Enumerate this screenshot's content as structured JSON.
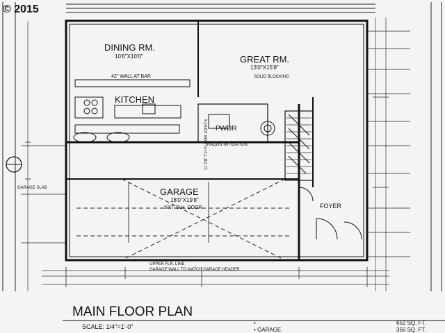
{
  "watermark": "© 2015",
  "plan": {
    "title": "MAIN FLOOR PLAN",
    "scale": "SCALE: 1/4\"=1'-0\"",
    "areas": {
      "main_prefix": "•",
      "main_value": "652 SQ. FT.",
      "garage_label": "• GARAGE",
      "garage_value": "356 SQ. FT."
    }
  },
  "rooms": {
    "dining": {
      "name": "DINING RM.",
      "dims": "10'6\"X10'0\""
    },
    "great": {
      "name": "GREAT RM.",
      "dims": "13'0\"X15'8\""
    },
    "kitchen": {
      "name": "KITCHEN"
    },
    "powder": {
      "name": "PWDR"
    },
    "garage": {
      "name": "GARAGE",
      "dims": "18'0\"X19'8\"",
      "door": "9'X7' O.H. DOOR"
    },
    "foyer": {
      "name": "FOYER"
    }
  },
  "notes": {
    "wall_at_bar": "42\" WALL AT BAR",
    "solid_blocking": "SOLID BLOCKING",
    "radon": "RADON MITIGATION",
    "floor_joists": "11 7/8\" TJI FLOOR JOISTS",
    "garage_slab": "GARAGE SLAB",
    "header_note": "GARAGE WALL TO MATCH GARAGE HEADER",
    "upper_line": "UPPER FLR. LINE"
  }
}
